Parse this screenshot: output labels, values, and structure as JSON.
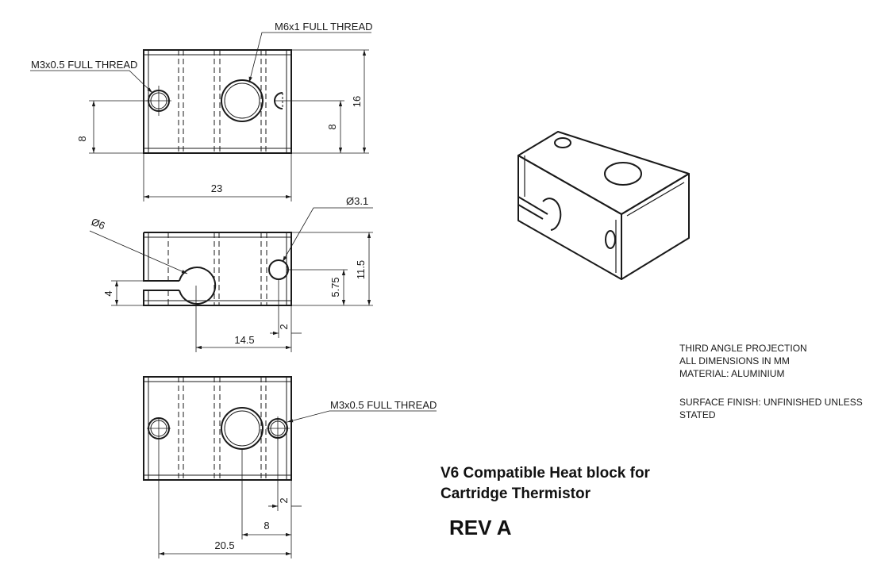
{
  "dimensions": {
    "top_m6_thread": "M6x1 FULL THREAD",
    "top_m3_thread": "M3x0.5 FULL THREAD",
    "top_height_16": "16",
    "top_left_8": "8",
    "top_right_8": "8",
    "top_width_23": "23",
    "mid_dia_6": "Ø6",
    "mid_dia_3_1": "Ø3.1",
    "mid_height_11_5": "11.5",
    "mid_5_75": "5.75",
    "mid_4": "4",
    "mid_2": "2",
    "mid_14_5": "14.5",
    "bot_m3_thread": "M3x0.5 FULL THREAD",
    "bot_2": "2",
    "bot_8": "8",
    "bot_20_5": "20.5"
  },
  "notes": {
    "line1": "THIRD ANGLE PROJECTION",
    "line2": "ALL DIMENSIONS IN MM",
    "line3": "MATERIAL: ALUMINIUM",
    "line4": "SURFACE FINISH: UNFINISHED UNLESS",
    "line5": "STATED"
  },
  "title": {
    "line1": "V6 Compatible Heat block for",
    "line2": "Cartridge Thermistor",
    "revision": "REV A"
  }
}
